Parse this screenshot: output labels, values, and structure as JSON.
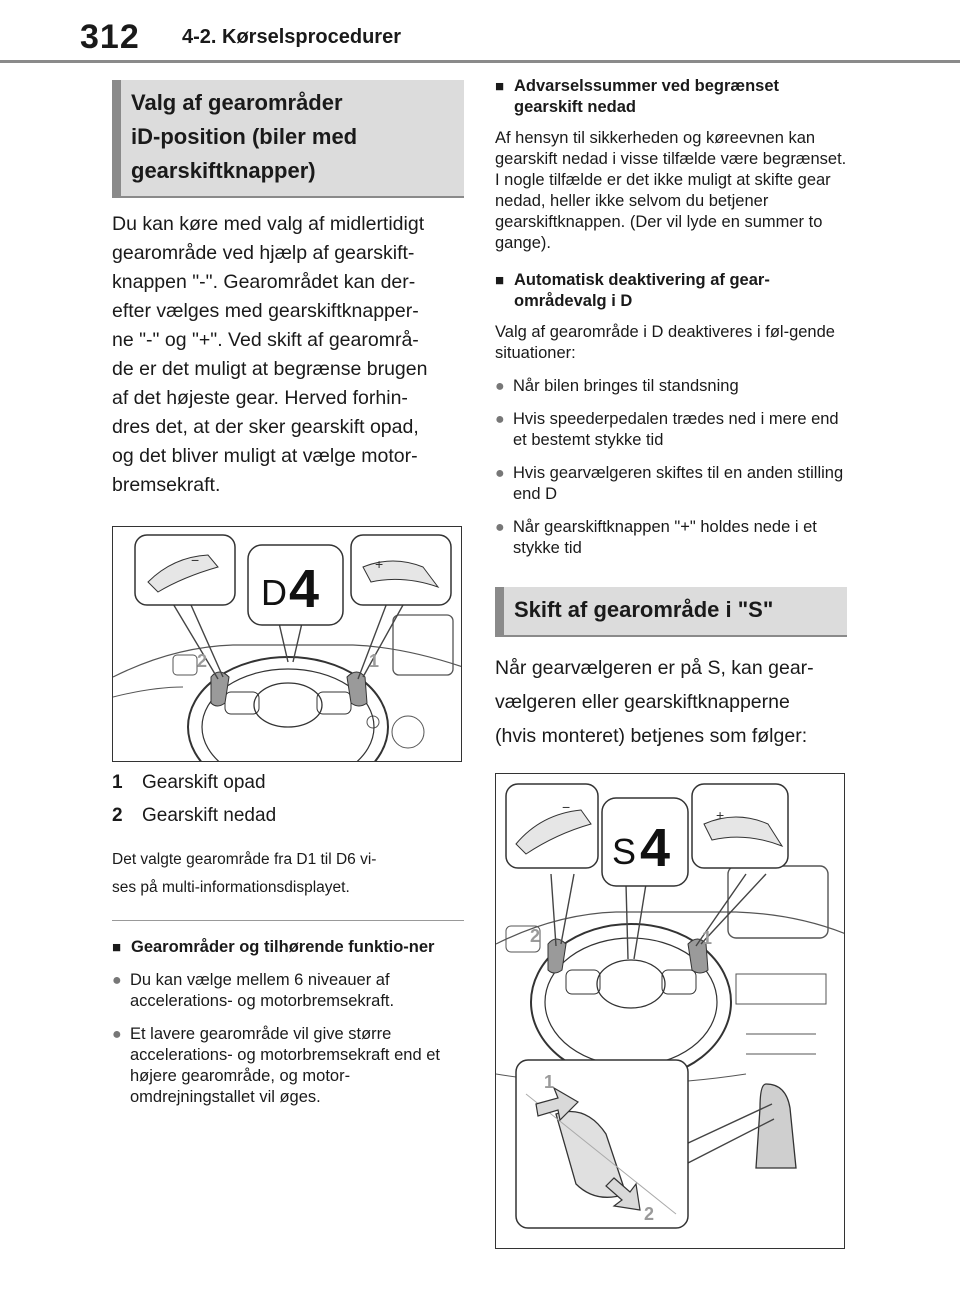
{
  "header": {
    "page_number": "312",
    "section": "4-2. Kørselsprocedurer"
  },
  "left": {
    "title_lines": [
      "Valg af gearområder",
      "iD-position (biler med",
      "gearskiftknapper)"
    ],
    "intro_lines": [
      "Du kan køre med valg af midlertidigt",
      "gearområde ved hjælp af gearskift-",
      "knappen \"-\". Gearområdet kan der-",
      "efter vælges med gearskiftknapper-",
      "ne \"-\" og \"+\". Ved skift af gearområ-",
      "de er det muligt at begrænse brugen",
      "af det højeste gear. Herved forhin-",
      "dres det, at der sker gearskift opad,",
      "og det bliver muligt at vælge motor-",
      "bremsekraft."
    ],
    "figure1": {
      "display_letter": "D",
      "display_number": "4",
      "callout_1": "1",
      "callout_2": "2",
      "minus_sign": "−",
      "plus_sign": "+"
    },
    "legend": [
      {
        "num": "1",
        "label": "Gearskift opad"
      },
      {
        "num": "2",
        "label": "Gearskift nedad"
      }
    ],
    "note_lines": [
      "Det valgte gearområde fra D1 til D6 vi-",
      "ses på multi-informationsdisplayet."
    ],
    "subhead": "Gearområder og tilhørende funktio-ner",
    "bullets": [
      "Du kan vælge mellem 6 niveauer af accelerations- og motorbremsekraft.",
      "Et lavere gearområde vil give større accelerations- og motorbremsekraft end et højere gearområde, og motor-omdrejningstallet vil øges."
    ]
  },
  "right": {
    "sections": [
      {
        "heading": "Advarselssummer ved begrænset gearskift nedad",
        "text": "Af hensyn til sikkerheden og køreevnen kan gearskift nedad i visse tilfælde være begrænset. I nogle tilfælde er det ikke muligt at skifte gear nedad, heller ikke selvom du betjener gearskiftknappen. (Der vil lyde en summer to gange)."
      },
      {
        "heading": "Automatisk deaktivering af gear-områdevalg i D",
        "text": "Valg af gearområde i D deaktiveres i føl-gende situationer:"
      }
    ],
    "bullets": [
      "Når bilen bringes til standsning",
      "Hvis speederpedalen trædes ned i mere end et bestemt stykke tid",
      "Hvis gearvælgeren skiftes til en anden stilling end D",
      "Når gearskiftknappen \"+\" holdes nede i et stykke tid"
    ],
    "title2": "Skift af gearområde i \"S\"",
    "intro2_lines": [
      "Når gearvælgeren er på S, kan gear-",
      "vælgeren eller gearskiftknapperne",
      "(hvis monteret) betjenes som følger:"
    ],
    "figure2": {
      "display_letter": "S",
      "display_number": "4",
      "callout_1": "1",
      "callout_2": "2",
      "lever_callout_1": "1",
      "lever_callout_2": "2",
      "minus_sign": "−",
      "plus_sign": "+"
    }
  },
  "square_marker": "■",
  "bullet_marker": "●",
  "colors": {
    "title_bg": "#dcdcdc",
    "title_bar": "#8a8a8a",
    "callout": "#9a9a9a",
    "arrow_fill": "#d9d9d9"
  }
}
